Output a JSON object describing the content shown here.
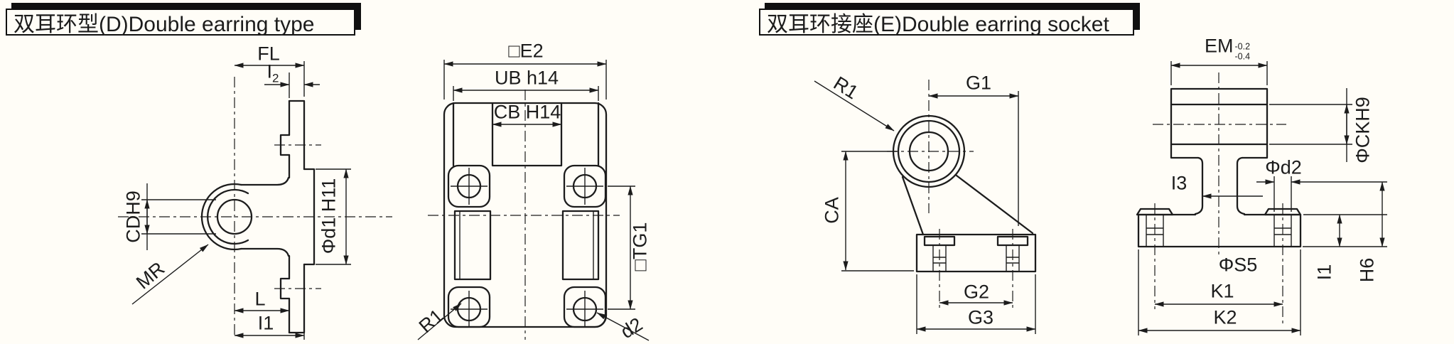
{
  "drawing": {
    "background": "#fffdf7",
    "line_color": "#1c1c1c",
    "left_section": {
      "title": "双耳环型(D)Double earring type",
      "side_view": {
        "dims": {
          "fl": "FL",
          "i2_base": "I",
          "i2_sub": "2",
          "cd": "CDH9",
          "mr": "MR",
          "d1": "Φd1 H11",
          "l": "L",
          "i1": "I1"
        }
      },
      "front_view": {
        "dims": {
          "e2": "□E2",
          "ub": "UB h14",
          "cb": "CB H14",
          "tg1": "□TG1",
          "r1": "R1",
          "d2": "d2"
        }
      }
    },
    "right_section": {
      "title": "双耳环接座(E)Double earring socket",
      "side_view": {
        "dims": {
          "r1": "R1",
          "g1": "G1",
          "ca": "CA",
          "g2": "G2",
          "g3": "G3"
        }
      },
      "front_view": {
        "dims": {
          "em": "EM",
          "em_upper": "-0.2",
          "em_lower": "-0.4",
          "ck": "ΦCKH9",
          "i3": "I3",
          "d2": "Φd2",
          "s5": "ΦS5",
          "i1": "I1",
          "h6": "H6",
          "k1": "K1",
          "k2": "K2"
        }
      }
    }
  }
}
